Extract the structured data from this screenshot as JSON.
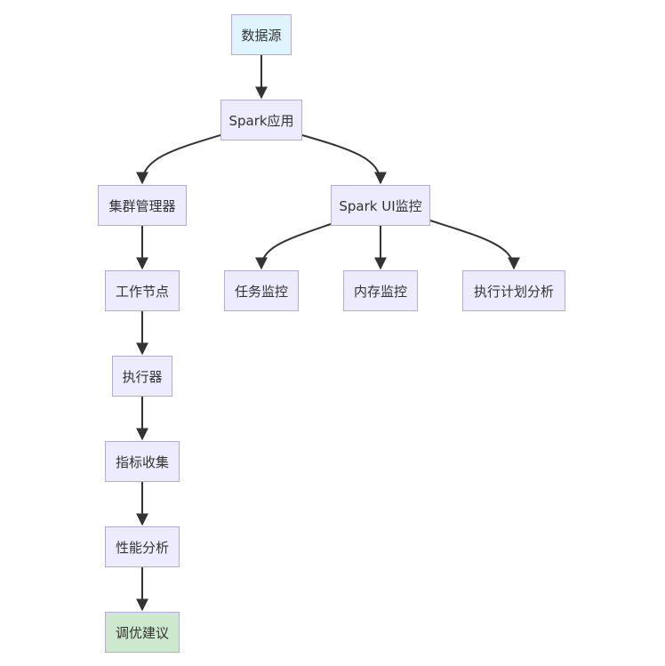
{
  "nodes": {
    "data_source": "数据源",
    "spark_app": "Spark应用",
    "cluster_manager": "集群管理器",
    "spark_ui": "Spark UI监控",
    "worker_node": "工作节点",
    "task_monitor": "任务监控",
    "memory_monitor": "内存监控",
    "plan_analysis": "执行计划分析",
    "executor": "执行器",
    "metrics_collection": "指标收集",
    "perf_analysis": "性能分析",
    "tuning_advice": "调优建议"
  },
  "colors": {
    "node_fill": "#ececfe",
    "node_border": "#b7a9dd",
    "source_fill": "#e0f4ff",
    "final_fill": "#cde9cd",
    "edge": "#333333"
  }
}
